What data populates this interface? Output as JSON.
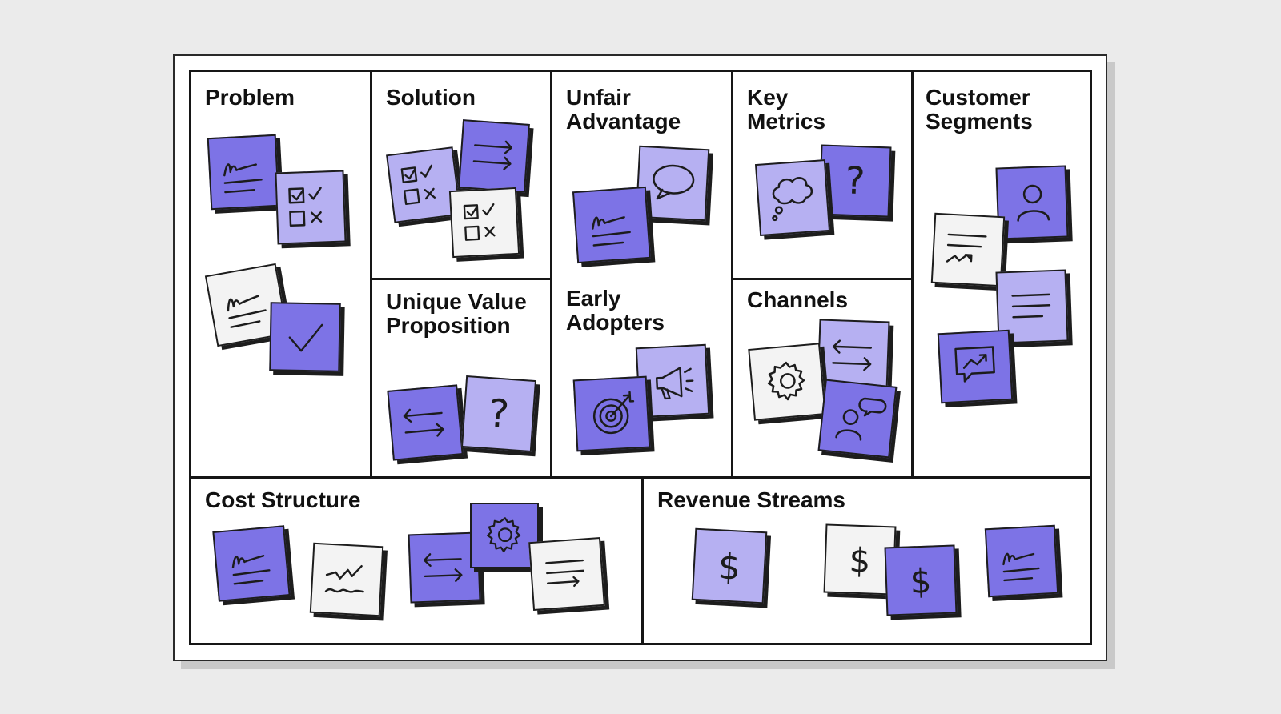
{
  "canvas": {
    "colors": {
      "purple_note": "#7d73e6",
      "lavender_note": "#b6b0f2",
      "white_note": "#f3f3f3",
      "line": "#161616",
      "background": "#ebebeb"
    },
    "sections": {
      "problem": "Problem",
      "solution": "Solution",
      "unfair_advantage": "Unfair\nAdvantage",
      "key_metrics": "Key\nMetrics",
      "customer_segments": "Customer\nSegments",
      "unique_value_proposition": "Unique Value\nProposition",
      "early_adopters": "Early\nAdopters",
      "channels": "Channels",
      "cost_structure": "Cost Structure",
      "revenue_streams": "Revenue Streams"
    },
    "symbols": {
      "question": "?",
      "dollar": "$"
    }
  }
}
